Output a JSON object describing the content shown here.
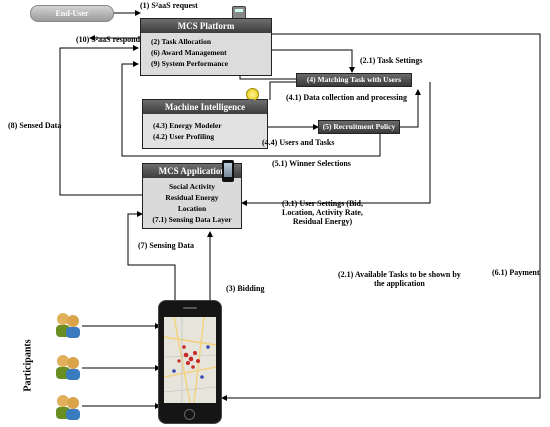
{
  "end_user": {
    "label": "End-User"
  },
  "platform": {
    "title": "MCS Platform",
    "items": [
      "(2) Task Allocation",
      "(6) Award Management",
      "(9) System Performance"
    ]
  },
  "matching": {
    "title": "(4) Matching Task with Users"
  },
  "recruitment": {
    "title": "(5) Recruitment Policy"
  },
  "machine_intelligence": {
    "title": "Machine Intelligence",
    "items": [
      "(4.3) Energy Modeler",
      "(4.2) User Profiling"
    ]
  },
  "mcs_app": {
    "title": "MCS Application",
    "items": [
      "Social Activity",
      "Residual Energy",
      "Location",
      "(7.1) Sensing Data Layer"
    ]
  },
  "side_label": "Participants",
  "edge_labels": {
    "request": "(1) S²aaS request",
    "respond": "(10) S²aaS respond",
    "task_settings": "(2.1) Task Settings",
    "data_collection": "(4.1) Data collection and processing",
    "sensed_data": "(8) Sensed Data",
    "users_tasks": "(4.4) Users and Tasks",
    "winner": "(5.1) Winner Selections",
    "user_settings": "(3.1) User Settings (Bid,\nLocation, Activity Rate,\nResidual Energy)",
    "sensing_data": "(7) Sensing Data",
    "bidding": "(3) Bidding",
    "available_tasks": "(2.1) Available Tasks to be shown by\nthe application",
    "payment": "(6.1) Payment"
  }
}
